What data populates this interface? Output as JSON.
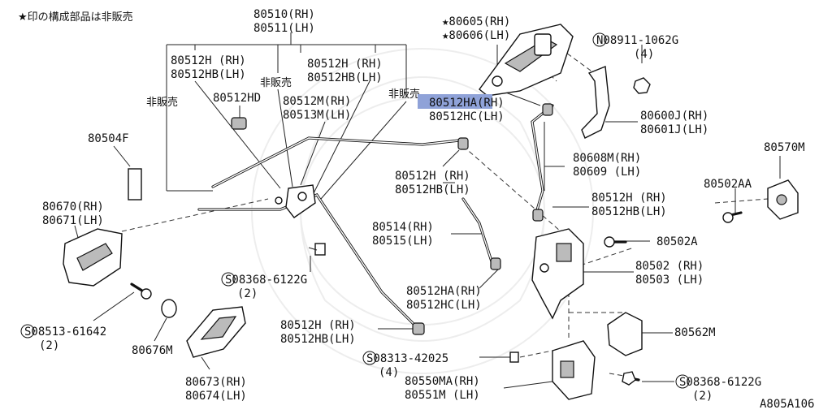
{
  "header_note": "★印の構成部品は非販売",
  "diagram_id": "A805A106",
  "labels": {
    "p80510": [
      "80510(RH)",
      "80511(LH)"
    ],
    "p80512H_a": [
      "80512H (RH)",
      "80512HB(LH)"
    ],
    "hihanbai_a": "非販売",
    "p80512H_b": [
      "80512H (RH)",
      "80512HB(LH)"
    ],
    "hihanbai_b": "非販売",
    "hihanbai_c": "非販売",
    "p80512HD": "80512HD",
    "p80512M": [
      "80512M(RH)",
      "80513M(LH)"
    ],
    "p80605": [
      "★80605(RH)",
      "★80606(LH)"
    ],
    "n08911": [
      "N08911-1062G",
      "(4)"
    ],
    "p80512HA_top": [
      "80512HA(RH)",
      "80512HC(LH)"
    ],
    "p80600J": [
      "80600J(RH)",
      "80601J(LH)"
    ],
    "p80504F": "80504F",
    "p80608M": [
      "80608M(RH)",
      "80609 (LH)"
    ],
    "p80570M": "80570M",
    "p80512H_c": [
      "80512H (RH)",
      "80512HB(LH)"
    ],
    "p80502AA": "80502AA",
    "p80670": [
      "80670(RH)",
      "80671(LH)"
    ],
    "p80512H_d": [
      "80512H (RH)",
      "80512HB(LH)"
    ],
    "p80514": [
      "80514(RH)",
      "80515(LH)"
    ],
    "p80502A": "80502A",
    "p80502": [
      "80502 (RH)",
      "80503 (LH)"
    ],
    "s08368_a": [
      "S08368-6122G",
      "(2)"
    ],
    "p80512HA_mid": [
      "80512HA(RH)",
      "80512HC(LH)"
    ],
    "s08513": [
      "S08513-61642",
      "(2)"
    ],
    "p80512H_e": [
      "80512H (RH)",
      "80512HB(LH)"
    ],
    "p80562M": "80562M",
    "p80676M": "80676M",
    "s08313": [
      "S08313-42025",
      "(4)"
    ],
    "p80673": [
      "80673(RH)",
      "80674(LH)"
    ],
    "p80550MA": [
      "80550MA(RH)",
      "80551M (LH)"
    ],
    "s08368_b": [
      "S08368-6122G",
      "(2)"
    ]
  },
  "colors": {
    "highlight": "#8fa2d8",
    "ink": "#111111"
  },
  "icons": [
    "circle-s-icon",
    "circle-n-icon",
    "star-icon"
  ]
}
